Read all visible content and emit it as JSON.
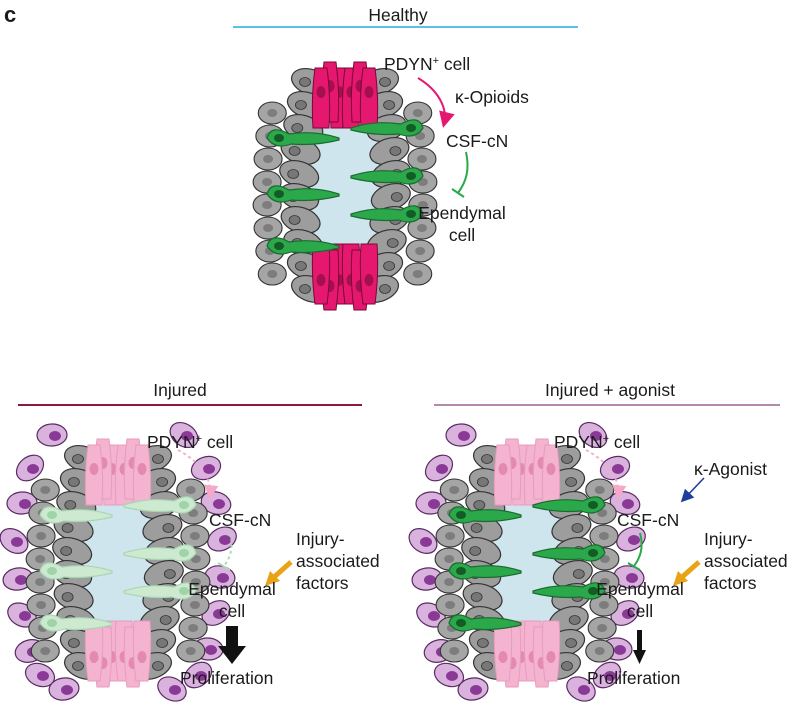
{
  "panel_letter": "c",
  "colors": {
    "healthy_rule": "#5bc2e7",
    "injured_rule": "#8b1a3c",
    "agonist_rule": "#b58aa8",
    "pdyn_cell": "#e6176f",
    "pdyn_cell_faded": "#f4b3cf",
    "csf_cn_cell": "#2aa84a",
    "csf_cn_faded": "#cde9cf",
    "ependymal_cell": "#9d9d9d",
    "canal": "#cfe5ee",
    "immune_cell": "#8a3a96",
    "injury_arrow": "#e8a317",
    "agonist_arrow": "#1f3f9a"
  },
  "panels": {
    "healthy": {
      "title": "Healthy",
      "pdyn_label": "PDYN",
      "pdyn_sup": "+",
      "pdyn_suffix": " cell",
      "opioid_label": "κ-Opioids",
      "csf_label": "CSF-cN",
      "ependymal_line1": "Ependymal",
      "ependymal_line2": "cell"
    },
    "injured": {
      "title": "Injured",
      "pdyn_label": "PDYN",
      "pdyn_sup": "+",
      "pdyn_suffix": " cell",
      "csf_label": "CSF-cN",
      "factors_line1": "Injury-",
      "factors_line2": "associated",
      "factors_line3": "factors",
      "ependymal_line1": "Ependymal",
      "ependymal_line2": "cell",
      "outcome": "Proliferation"
    },
    "agonist": {
      "title": "Injured + agonist",
      "pdyn_label": "PDYN",
      "pdyn_sup": "+",
      "pdyn_suffix": " cell",
      "agonist_label": "κ-Agonist",
      "csf_label": "CSF-cN",
      "factors_line1": "Injury-",
      "factors_line2": "associated",
      "factors_line3": "factors",
      "ependymal_line1": "Ependymal",
      "ependymal_line2": "cell",
      "outcome": "Proliferation"
    }
  }
}
